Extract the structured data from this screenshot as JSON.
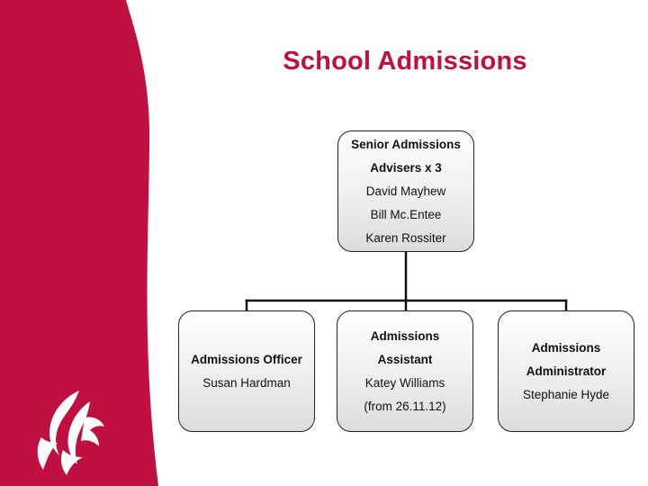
{
  "colors": {
    "brand": "#c0103f",
    "title": "#c0103f",
    "connector": "#111111"
  },
  "title": "School Admissions",
  "org_chart": {
    "senior": {
      "title_line1": "Senior Admissions",
      "title_line2": "Advisers x 3",
      "members": [
        "David Mayhew",
        "Bill Mc.Entee",
        "Karen Rossiter"
      ]
    },
    "officer": {
      "title_line1": "Admissions Officer",
      "name": "Susan Hardman"
    },
    "assistant": {
      "title_line1": "Admissions",
      "title_line2": "Assistant",
      "name": "Katey Williams",
      "note": "(from 26.11.12)"
    },
    "administrator": {
      "title_line1": "Admissions",
      "title_line2": "Administrator",
      "name": "Stephanie Hyde"
    }
  },
  "logo": {
    "icon": "dragon-logo-icon"
  }
}
